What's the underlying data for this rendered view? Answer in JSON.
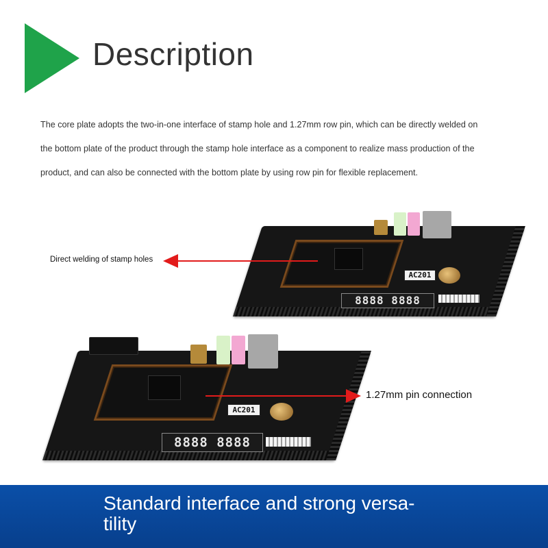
{
  "header": {
    "title": "Description"
  },
  "description": {
    "line1": "The core plate adopts the two-in-one interface of stamp hole and 1.27mm row pin, which can be directly welded on",
    "line2": "the bottom plate of the product through the stamp hole interface as a component to realize mass production of the",
    "line3": "product, and can also be connected with the bottom plate by using row pin for flexible replacement."
  },
  "annotations": {
    "stamp_holes": "Direct welding of stamp holes",
    "pin_connection": "1.27mm pin connection"
  },
  "boards": {
    "top_model": "AC201",
    "bottom_model": "AC201",
    "display_top": "8888 8888",
    "display_bottom": "8888 8888"
  },
  "banner": {
    "line1": "Standard interface and strong versa-",
    "line2": "tility"
  },
  "colors": {
    "arrow_green": "#1fa34a",
    "pointer_red": "#e21b1b",
    "banner_blue": "#0a4fa8"
  }
}
